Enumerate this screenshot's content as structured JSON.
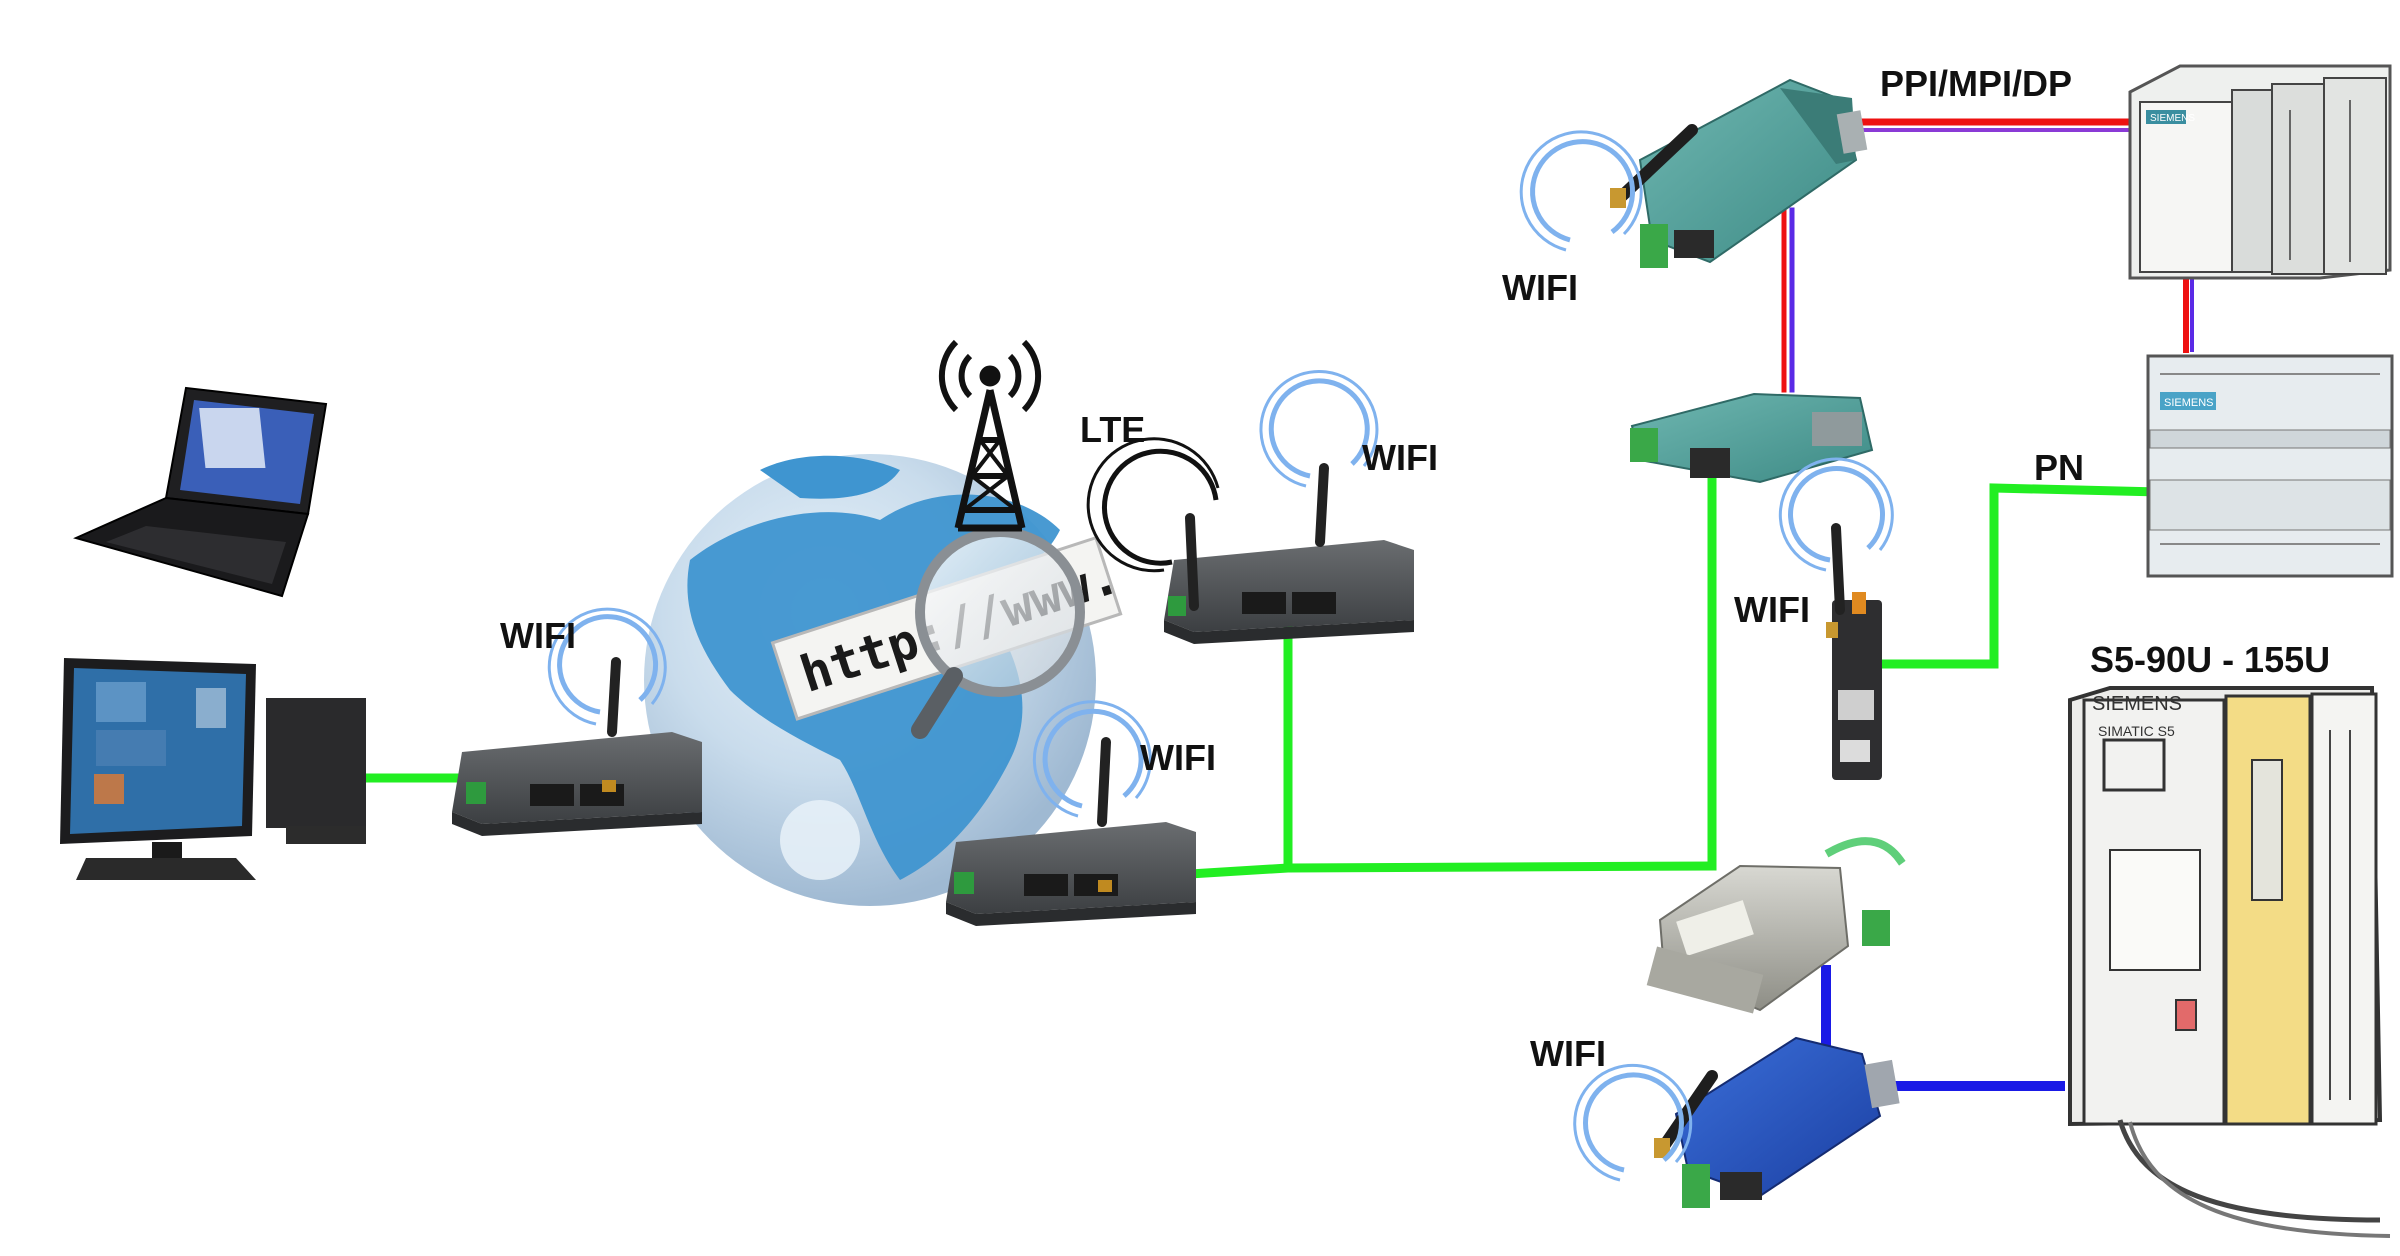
{
  "colors": {
    "ethernet": "#22ee22",
    "profibus_red": "#ee1111",
    "profibus_violet": "#8a3ad6",
    "mpi_blue": "#1a1ae6",
    "wifi_arc": "#7fb2ee",
    "lte_arc": "#111111",
    "globe": "#3f95d0"
  },
  "labels": {
    "wifi_left_router": "WIFI",
    "wifi_globe_router": "WIFI",
    "wifi_lte_router": "WIFI",
    "lte": "LTE",
    "wifi_top_adapter": "WIFI",
    "ppi_mpi_dp": "PPI/MPI/DP",
    "pn": "PN",
    "wifi_pn_gateway": "WIFI",
    "s5_range": "S5-90U - 155U",
    "wifi_bottom_adapter": "WIFI"
  },
  "globe": {
    "url_text": "http://www."
  },
  "icons": {
    "laptop": "laptop-icon",
    "desktop": "desktop-computer-icon",
    "cell_tower": "cell-tower-icon",
    "globe": "globe-icon",
    "router": "wifi-router-icon",
    "adapter": "plc-adapter-icon",
    "plc_s7_300": "s7-300-plc-icon",
    "plc_s7_1200": "s7-1200-plc-icon",
    "plc_s5": "s5-plc-icon"
  },
  "plc_text": {
    "s5_brand": "SIEMENS",
    "s5_model": "SIMATIC S5",
    "s7_brand": "SIEMENS",
    "s7_1200_brand": "SIEMENS"
  }
}
